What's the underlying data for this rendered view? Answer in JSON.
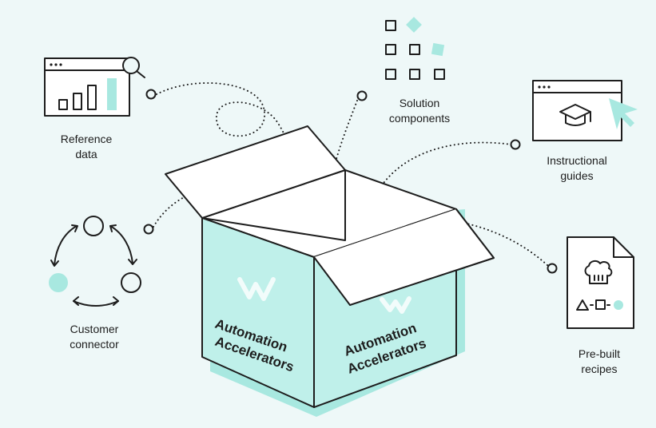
{
  "colors": {
    "background": "#eef8f8",
    "accent": "#a8e8e0",
    "stroke": "#1d1d1d"
  },
  "box": {
    "front_label": [
      "Automation",
      "Accelerators"
    ],
    "side_label": [
      "Automation",
      "Accelerators"
    ],
    "logo_icon": "w-logo-icon"
  },
  "items": {
    "reference_data": {
      "label": [
        "Reference",
        "data"
      ],
      "icon": "bar-chart-window-icon"
    },
    "solution_components": {
      "label": [
        "Solution",
        "components"
      ],
      "icon": "component-grid-icon"
    },
    "instructional_guides": {
      "label": [
        "Instructional",
        "guides"
      ],
      "icon": "graduation-cap-window-icon"
    },
    "customer_connector": {
      "label": [
        "Customer",
        "connector"
      ],
      "icon": "cycle-connector-icon"
    },
    "prebuilt_recipes": {
      "label": [
        "Pre-built",
        "recipes"
      ],
      "icon": "chef-recipe-icon"
    }
  }
}
